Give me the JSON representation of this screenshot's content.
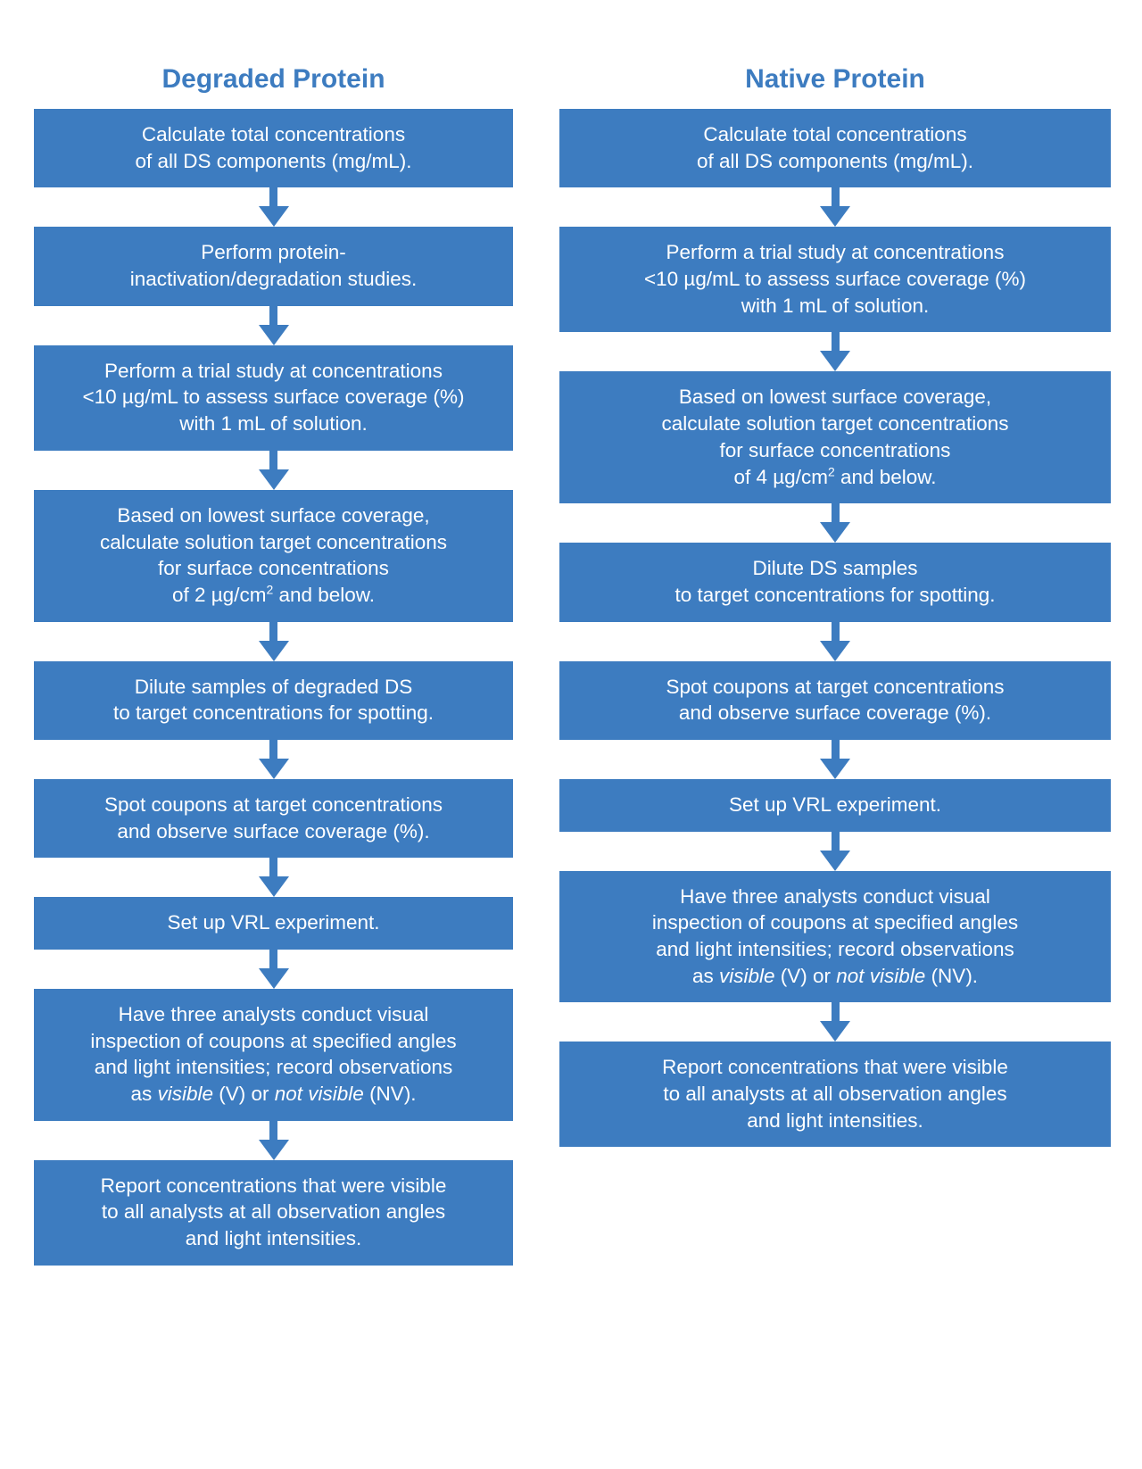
{
  "theme": {
    "accent": "#3d7cc0",
    "box_fill": "#3d7cc0",
    "box_text": "#ffffff",
    "background": "#ffffff"
  },
  "diagram": {
    "type": "flowchart",
    "orientation": "vertical",
    "connector": "down-arrow",
    "columns": [
      {
        "id": "degraded-protein",
        "title": "Degraded Protein",
        "steps": [
          {
            "id": "calc-total-conc",
            "lines": [
              "Calculate total concentrations",
              "of all DS components (mg/mL)."
            ]
          },
          {
            "id": "protein-inactivation",
            "lines": [
              "Perform protein-",
              "inactivation/degradation studies."
            ]
          },
          {
            "id": "trial-study",
            "lines": [
              "Perform a trial study at concentrations",
              "<10 µg/mL to assess surface coverage (%)",
              "with 1 mL of solution."
            ]
          },
          {
            "id": "calc-target-conc",
            "lines": [
              "Based on lowest surface coverage,",
              "calculate solution target concentrations",
              "for surface concentrations",
              "of 2 µg/cm² and below."
            ],
            "sup_value": "2 µg/cm²"
          },
          {
            "id": "dilute-samples",
            "lines": [
              "Dilute samples of degraded DS",
              "to target concentrations for spotting."
            ]
          },
          {
            "id": "spot-coupons",
            "lines": [
              "Spot coupons at target concentrations",
              "and observe surface coverage (%)."
            ]
          },
          {
            "id": "setup-vrl",
            "lines": [
              "Set up VRL experiment."
            ]
          },
          {
            "id": "visual-inspection",
            "lines": [
              "Have three analysts conduct visual",
              "inspection of coupons at specified angles",
              "and light intensities; record observations",
              "as visible (V) or not visible (NV)."
            ],
            "italic_terms": [
              "visible",
              "not visible"
            ]
          },
          {
            "id": "report-concentrations",
            "lines": [
              "Report concentrations that were visible",
              "to all analysts at all observation angles",
              "and light intensities."
            ]
          }
        ]
      },
      {
        "id": "native-protein",
        "title": "Native Protein",
        "steps": [
          {
            "id": "calc-total-conc",
            "lines": [
              "Calculate total concentrations",
              "of all DS components (mg/mL)."
            ]
          },
          {
            "id": "trial-study",
            "lines": [
              "Perform a trial study at concentrations",
              "<10 µg/mL to assess surface coverage (%)",
              "with 1 mL of solution."
            ]
          },
          {
            "id": "calc-target-conc",
            "lines": [
              "Based on lowest surface coverage,",
              "calculate solution target concentrations",
              "for surface concentrations",
              "of 4 µg/cm² and below."
            ],
            "sup_value": "4 µg/cm²"
          },
          {
            "id": "dilute-samples",
            "lines": [
              "Dilute DS samples",
              "to target concentrations for spotting."
            ]
          },
          {
            "id": "spot-coupons",
            "lines": [
              "Spot coupons at target concentrations",
              "and observe surface coverage (%)."
            ]
          },
          {
            "id": "setup-vrl",
            "lines": [
              "Set up VRL experiment."
            ]
          },
          {
            "id": "visual-inspection",
            "lines": [
              "Have three analysts conduct visual",
              "inspection of coupons at specified angles",
              "and light intensities; record observations",
              "as visible (V) or not visible (NV)."
            ],
            "italic_terms": [
              "visible",
              "not visible"
            ]
          },
          {
            "id": "report-concentrations",
            "lines": [
              "Report concentrations that were visible",
              "to all analysts at all observation angles",
              "and light intensities."
            ]
          }
        ]
      }
    ]
  }
}
